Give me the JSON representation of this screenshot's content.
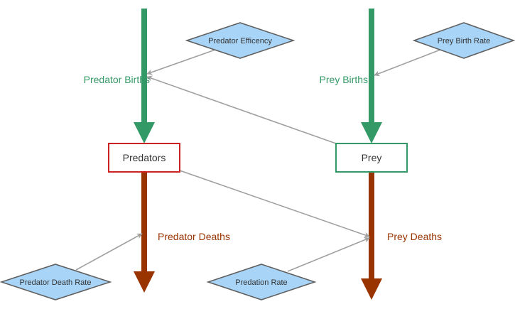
{
  "diagram": {
    "colors": {
      "flow_in": "#339966",
      "flow_out": "#993300",
      "link": "#a0a0a0",
      "diamond_fill": "#a8d4f7",
      "diamond_stroke": "#606060",
      "predators_stroke": "#cc2222",
      "prey_stroke": "#339966",
      "node_text": "#333333"
    },
    "stocks": {
      "predators": "Predators",
      "prey": "Prey"
    },
    "flows": {
      "predator_births": "Predator Births",
      "prey_births": "Prey Births",
      "predator_deaths": "Predator Deaths",
      "prey_deaths": "Prey Deaths"
    },
    "variables": {
      "predator_efficency": "Predator Efficency",
      "prey_birth_rate": "Prey Birth Rate",
      "predator_death_rate": "Predator Death Rate",
      "predation_rate": "Predation Rate"
    }
  }
}
